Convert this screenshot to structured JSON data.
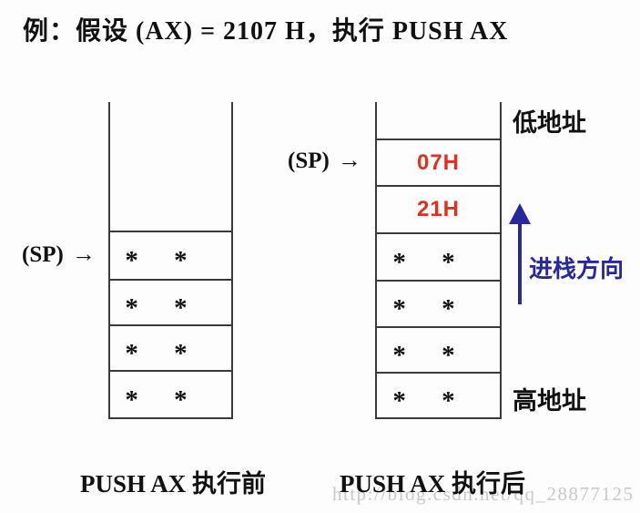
{
  "title": "例：假设 (AX) = 2107 H，执行 PUSH AX",
  "before": {
    "sp_label": "(SP)",
    "sp_arrow": "→",
    "cells": [
      {
        "value": "* *"
      },
      {
        "value": "* *"
      },
      {
        "value": "* *"
      },
      {
        "value": "* *"
      }
    ],
    "caption": "PUSH AX 执行前"
  },
  "after": {
    "sp_label": "(SP)",
    "sp_arrow": "→",
    "cells": [
      {
        "value": "07H",
        "highlight": "red"
      },
      {
        "value": "21H",
        "highlight": "red"
      },
      {
        "value": "* *"
      },
      {
        "value": "* *"
      },
      {
        "value": "* *"
      },
      {
        "value": "* *"
      }
    ],
    "caption": "PUSH AX 执行后"
  },
  "side_labels": {
    "low_address": "低地址",
    "high_address": "高地址",
    "push_direction": "进栈方向"
  },
  "watermark": "http://blog.csdn.net/qq_28877125",
  "colors": {
    "value_red": "#e0301e",
    "direction_blue": "#28289b",
    "line": "#3a3a3a",
    "watermark_gray": "#c9c9c9",
    "background": "#fdfdfd"
  }
}
